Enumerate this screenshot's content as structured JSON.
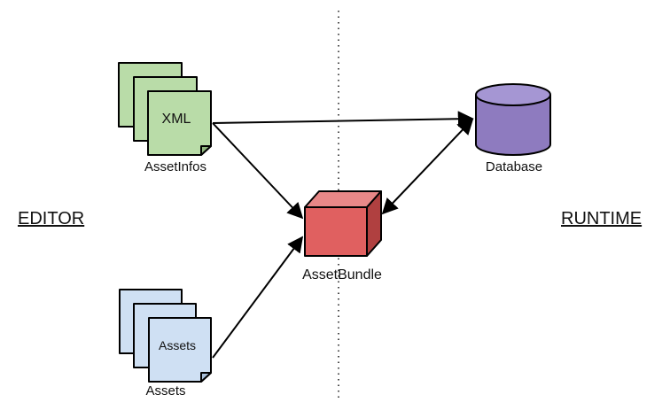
{
  "diagram": {
    "left_section_label": "EDITOR",
    "right_section_label": "RUNTIME",
    "nodes": {
      "asset_infos": {
        "doc_text": "XML",
        "caption": "AssetInfos",
        "fill": "#b9dca8"
      },
      "assets": {
        "doc_text": "Assets",
        "caption": "Assets",
        "fill": "#cfe0f3"
      },
      "asset_bundle": {
        "caption": "AssetBundle",
        "fill": "#e06060"
      },
      "database": {
        "caption": "Database",
        "fill": "#8e7bbf"
      }
    }
  }
}
